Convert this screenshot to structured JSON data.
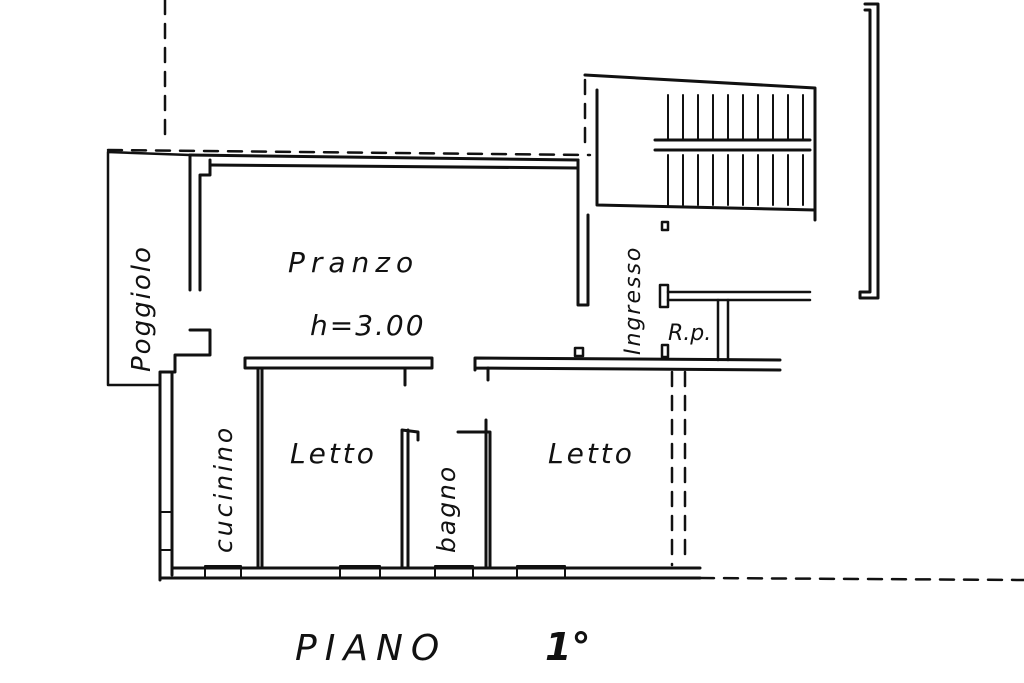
{
  "plan": {
    "rooms": {
      "pranzo": "Pranzo",
      "height_note": "h=3.00",
      "poggiolo": "Poggiolo",
      "cucinino": "cucinino",
      "letto_left": "Letto",
      "bagno": "bagno",
      "letto_right": "Letto",
      "ingresso": "Ingresso",
      "rp": "R.p."
    },
    "title": {
      "piano": "PIANO",
      "floor": "1°"
    }
  }
}
